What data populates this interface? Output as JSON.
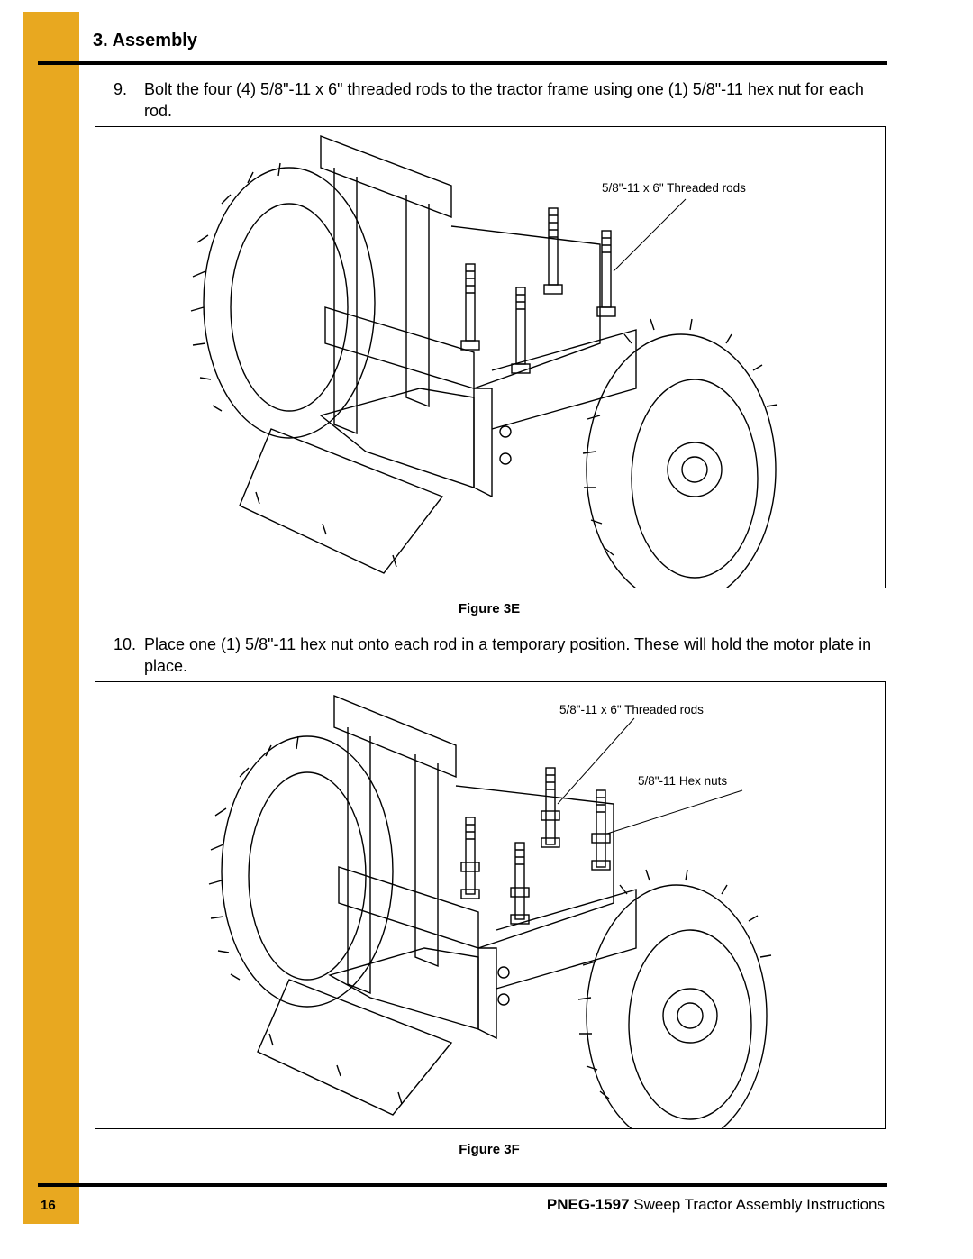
{
  "header": {
    "section_title": "3. Assembly"
  },
  "steps": [
    {
      "number": "9.",
      "text": "Bolt the four (4) 5/8\"-11 x 6\" threaded rods to the tractor frame using one (1) 5/8\"-11 hex nut for each rod."
    },
    {
      "number": "10.",
      "text": "Place one (1) 5/8\"-11 hex nut onto each rod in a temporary position. These will hold the motor plate in place."
    }
  ],
  "figures": [
    {
      "caption": "Figure 3E",
      "callouts": [
        "5/8\"-11 x 6\" Threaded rods"
      ]
    },
    {
      "caption": "Figure 3F",
      "callouts": [
        "5/8\"-11 x 6\" Threaded rods",
        "5/8\"-11 Hex nuts"
      ]
    }
  ],
  "footer": {
    "page_number": "16",
    "doc_code": "PNEG-1597",
    "doc_title": " Sweep Tractor Assembly Instructions"
  },
  "colors": {
    "side_bar": "#e8a820",
    "rule": "#000000"
  }
}
